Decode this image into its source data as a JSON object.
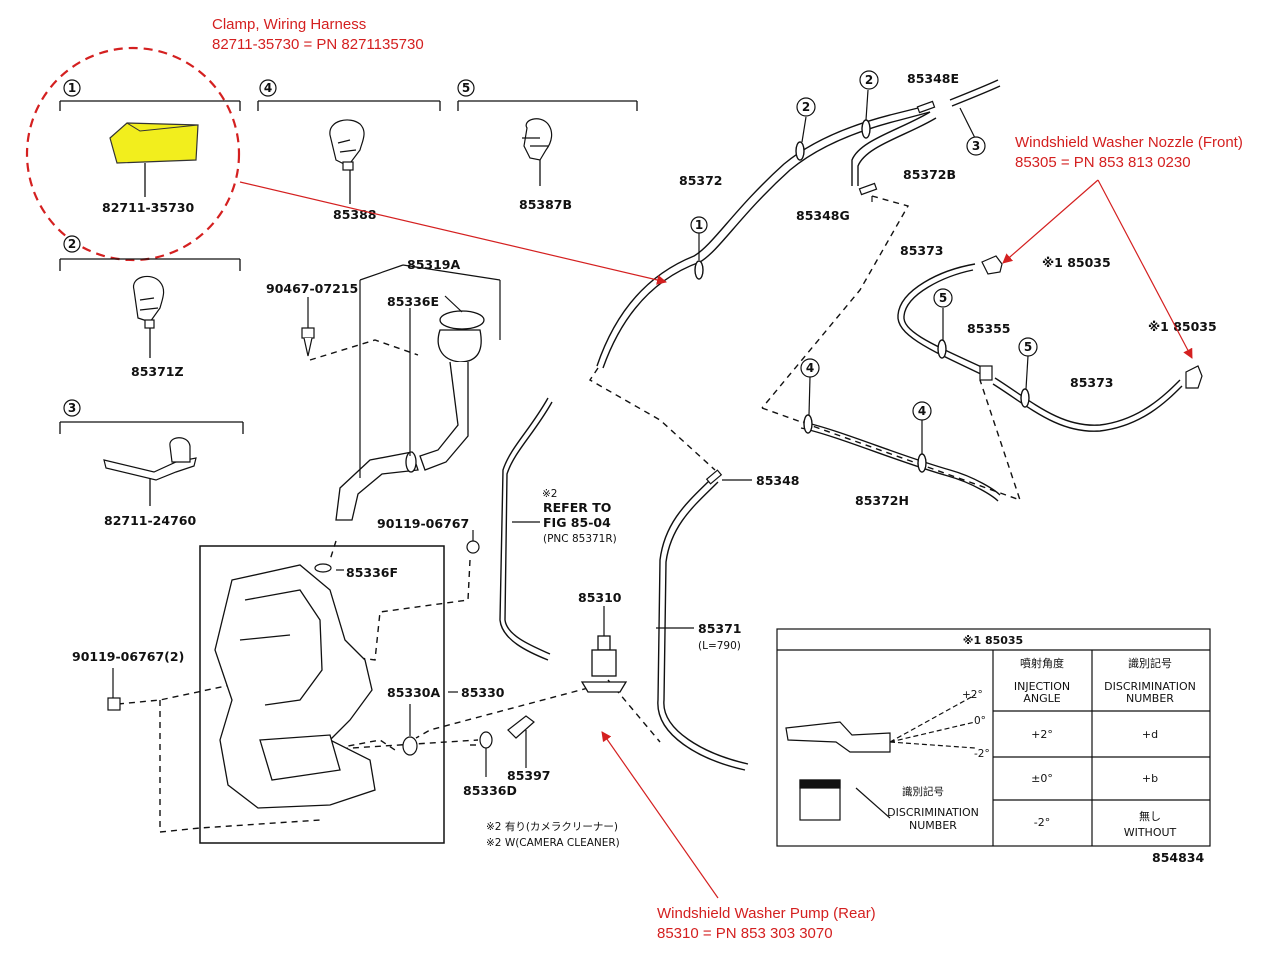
{
  "annotations": {
    "clamp": {
      "title": "Clamp, Wiring Harness",
      "pn": "82711-35730  = PN 8271135730"
    },
    "nozzle": {
      "title": "Windshield Washer Nozzle (Front)",
      "pn": "85305  = PN 853 813 0230"
    },
    "pump": {
      "title": "Windshield Washer Pump (Rear)",
      "pn": "85310  = PN  853 303 3070"
    }
  },
  "inset_groups": [
    {
      "num": "1",
      "part": "82711-35730"
    },
    {
      "num": "4",
      "part": "85388"
    },
    {
      "num": "5",
      "part": "85387B"
    },
    {
      "num": "2",
      "part": "85371Z"
    },
    {
      "num": "3",
      "part": "82711-24760"
    }
  ],
  "callout_numbers": {
    "n1": "1",
    "n2": "2",
    "n3": "3",
    "n4": "4",
    "n5": "5"
  },
  "part_labels": {
    "p85348E": "85348E",
    "p85372": "85372",
    "p85372B": "85372B",
    "p85348G": "85348G",
    "p85373a": "85373",
    "p85035a": "※1 85035",
    "p85035b": "※1 85035",
    "p85355": "85355",
    "p85373b": "85373",
    "p85372H": "85372H",
    "p85348": "85348",
    "p85319A": "85319A",
    "p90467": "90467-07215",
    "p85336E": "85336E",
    "p90119a": "90119-06767",
    "p85336F": "85336F",
    "p90119b": "90119-06767(2)",
    "p85330A": "85330A",
    "p85330": "85330",
    "p85336D": "85336D",
    "p85397": "85397",
    "p85310": "85310",
    "p85371": "85371",
    "p85371len": "(L=790)"
  },
  "refer_note": {
    "line1": "※2",
    "line2": "REFER TO",
    "line3": "FIG 85-04",
    "line4": "(PNC 85371R)"
  },
  "camera_note": {
    "line1": "※2 有り(カメラクリーナー)",
    "line2": "※2 W(CAMERA CLEANER)"
  },
  "table": {
    "title": "※1 85035",
    "col1_jp": "噴射角度",
    "col1_en1": "INJECTION",
    "col1_en2": "ANGLE",
    "col2_jp": "識別記号",
    "col2_en1": "DISCRIMINATION",
    "col2_en2": "NUMBER",
    "rows": [
      {
        "angle": "+2°",
        "mark": "+d"
      },
      {
        "angle": "±0°",
        "mark": "+b"
      },
      {
        "angle": "-2°",
        "mark": "無し",
        "mark2": "WITHOUT"
      }
    ],
    "fig_angles": {
      "up": "+2°",
      "mid": "0°",
      "down": "-2°"
    },
    "disc_jp": "識別記号",
    "disc_en1": "DISCRIMINATION",
    "disc_en2": "NUMBER"
  },
  "figure_id": "854834",
  "colors": {
    "annotation": "#d42020",
    "highlight": "#f2ee1d",
    "ink": "#111111"
  }
}
